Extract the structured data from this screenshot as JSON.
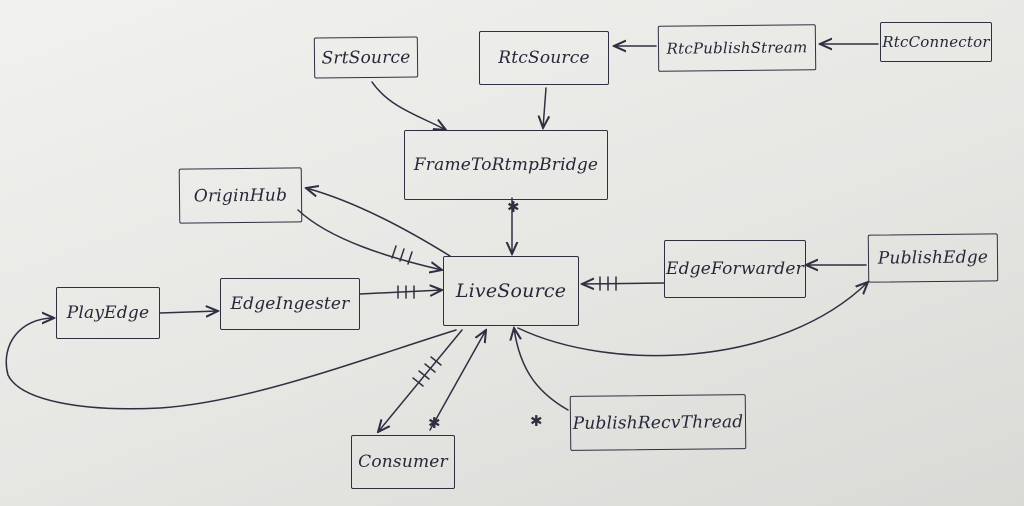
{
  "nodes": {
    "srt_source": "SrtSource",
    "rtc_source": "RtcSource",
    "rtc_publish_stream": "RtcPublishStream",
    "rtc_connector": "RtcConnector",
    "frame_to_rtmp_bridge": "FrameToRtmpBridge",
    "origin_hub": "OriginHub",
    "live_source": "LiveSource",
    "edge_forwarder": "EdgeForwarder",
    "publish_edge": "PublishEdge",
    "play_edge": "PlayEdge",
    "edge_ingester": "EdgeIngester",
    "consumer": "Consumer",
    "publish_recv_thread": "PublishRecvThread"
  },
  "marks": {
    "one_to_many": "✱"
  },
  "colors": {
    "ink": "#2e3042",
    "paper": "#ececea"
  }
}
